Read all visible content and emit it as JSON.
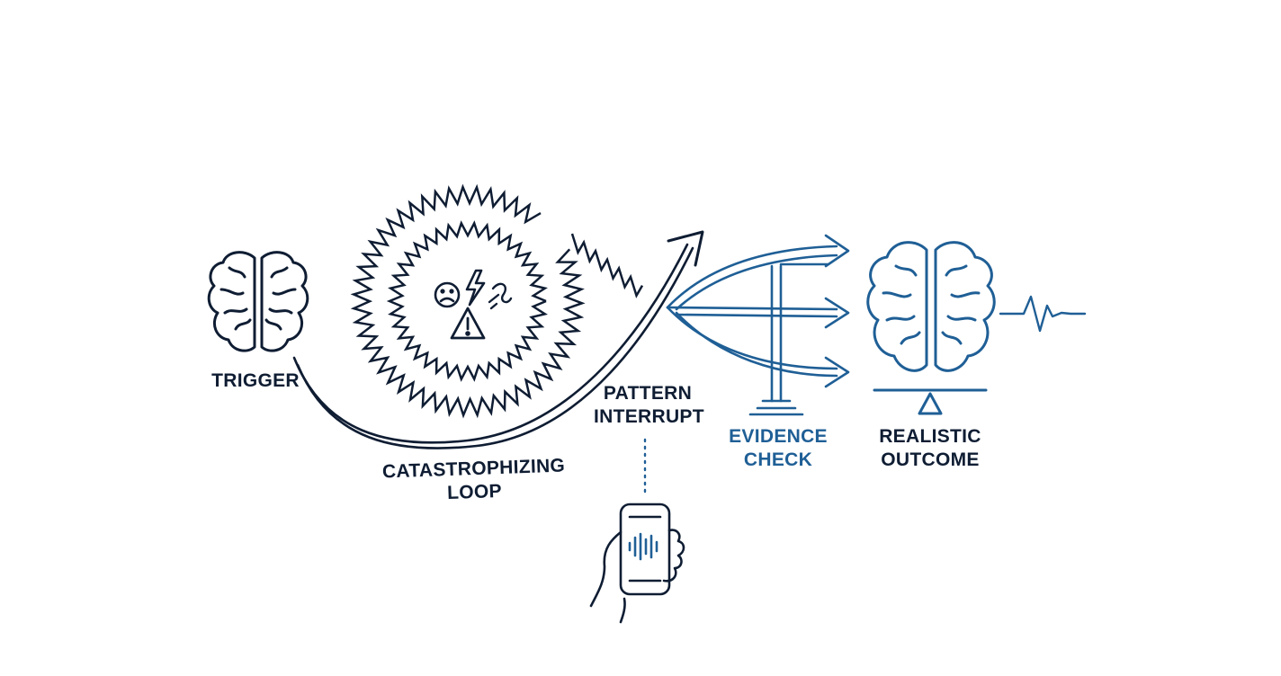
{
  "labels": {
    "trigger": "TRIGGER",
    "loop_line1": "CATASTROPHIZING",
    "loop_line2": "LOOP",
    "interrupt_line1": "PATTERN",
    "interrupt_line2": "INTERRUPT",
    "evidence_line1": "EVIDENCE",
    "evidence_line2": "CHECK",
    "outcome_line1": "REALISTIC",
    "outcome_line2": "OUTCOME"
  },
  "colors": {
    "ink": "#0f1d33",
    "accent": "#1f5f96"
  },
  "icons": [
    "brain-icon",
    "spiral-icon",
    "sad-face-icon",
    "lightning-icon",
    "warning-icon",
    "phone-in-hand-icon",
    "sound-wave-icon",
    "branching-arrows-icon",
    "scale-icon",
    "pulse-icon"
  ]
}
